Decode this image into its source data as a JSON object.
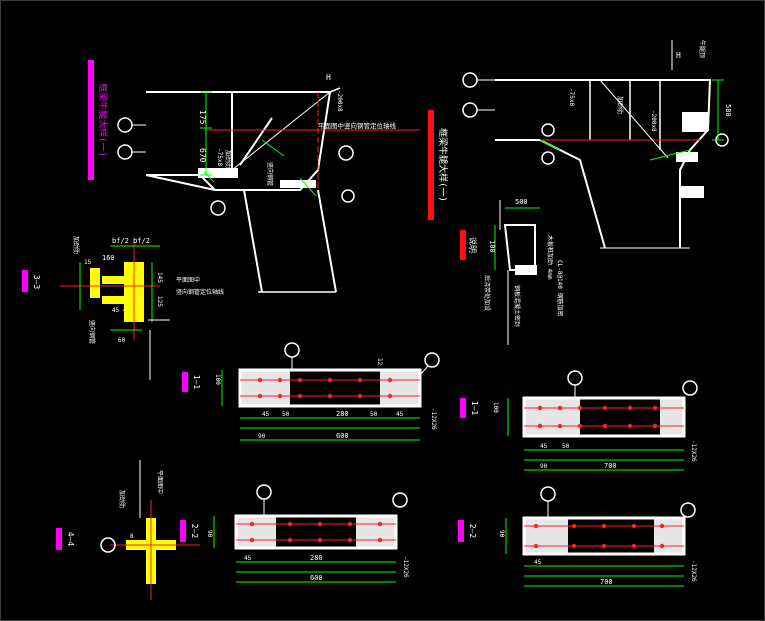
{
  "colors": {
    "background": "#000000",
    "line": "#ffffff",
    "dimension": "#00ff00",
    "center_line": "#ff2020",
    "label_magenta": "#ff00ff",
    "label_red": "#ff1010",
    "yellow": "#ffff00",
    "title_text": "#00ffff"
  },
  "titles": {
    "title_left": "框梁牛腿大样(一)",
    "title_mid": "框梁牛腿大样(一)",
    "title_right": "说明"
  },
  "sections": {
    "s33": "3—3",
    "s11_left": "1—1",
    "s44": "4—4",
    "s22_left": "2—2",
    "s11_right": "1—1",
    "s22_right": "2—2"
  },
  "dims": {
    "d175": "175",
    "d670": "670",
    "d580": "580",
    "d160": "160",
    "d15": "15",
    "d145": "145",
    "d125": "125",
    "d60": "60",
    "d4545": "45 45",
    "d90": "90",
    "d100": "100",
    "d45": "45",
    "d50": "50",
    "d280": "280",
    "d600": "600",
    "d700": "700",
    "d500": "500",
    "d8": "8",
    "d12": "12",
    "half_width": "bf/2  bf/2",
    "plate": "-12X26",
    "elev": "H"
  },
  "notes": {
    "top_left": "平面图中竖向钢管定位轴线",
    "mid_a": "平面图中",
    "mid_b": "竖向钢管定位轴线",
    "left_side": "竖向钢管",
    "left_side2": "加劲肋",
    "left_small": "-75x8",
    "side_small": "-200x8",
    "right_note1": "木板桩加劲 4mm",
    "right_note2": "后浇带处加设",
    "right_note3": "CL-8@140 钢筋加密",
    "right_note4": "钢板混凝土密封",
    "elev_note": "牛腿顶"
  }
}
